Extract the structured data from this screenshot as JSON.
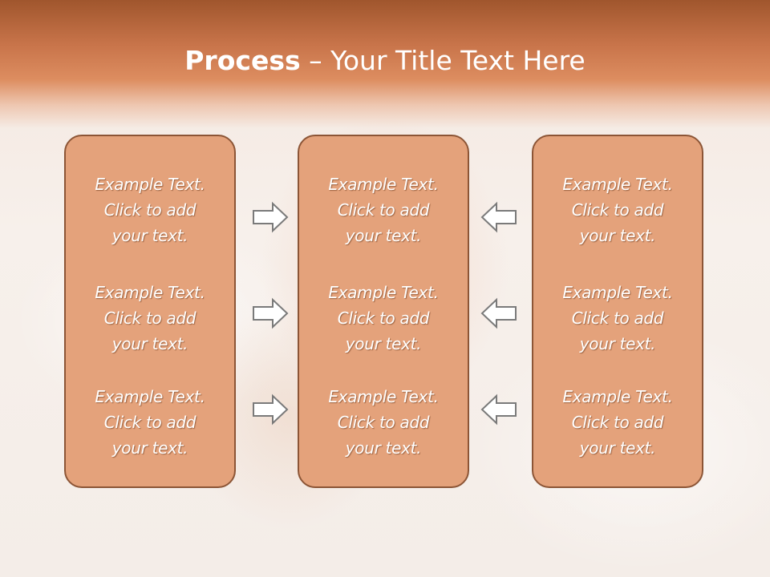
{
  "title": {
    "bold": "Process",
    "rest": " – Your Title Text Here"
  },
  "columns": [
    {
      "items": [
        {
          "l1": "Example Text.",
          "l2": "Click  to add",
          "l3": "your text."
        },
        {
          "l1": "Example Text.",
          "l2": "Click  to add",
          "l3": "your text."
        },
        {
          "l1": "Example Text.",
          "l2": "Click  to add",
          "l3": "your text."
        }
      ]
    },
    {
      "items": [
        {
          "l1": "Example Text.",
          "l2": "Click  to add",
          "l3": "your text."
        },
        {
          "l1": "Example Text.",
          "l2": "Click  to add",
          "l3": "your text."
        },
        {
          "l1": "Example Text.",
          "l2": "Click  to add",
          "l3": "your text."
        }
      ]
    },
    {
      "items": [
        {
          "l1": "Example Text.",
          "l2": "Click  to add",
          "l3": "your text."
        },
        {
          "l1": "Example Text.",
          "l2": "Click  to add",
          "l3": "your text."
        },
        {
          "l1": "Example Text.",
          "l2": "Click  to add",
          "l3": "your text."
        }
      ]
    }
  ],
  "icons": {
    "left_arrows": "arrow-right-icon",
    "right_arrows": "arrow-left-icon"
  },
  "colors": {
    "header": "#c8744a",
    "box_fill": "#e4a27b",
    "box_border": "#8c5536",
    "text": "#ffffff",
    "arrow_fill": "#ffffff",
    "arrow_stroke": "#7a7a7a"
  }
}
